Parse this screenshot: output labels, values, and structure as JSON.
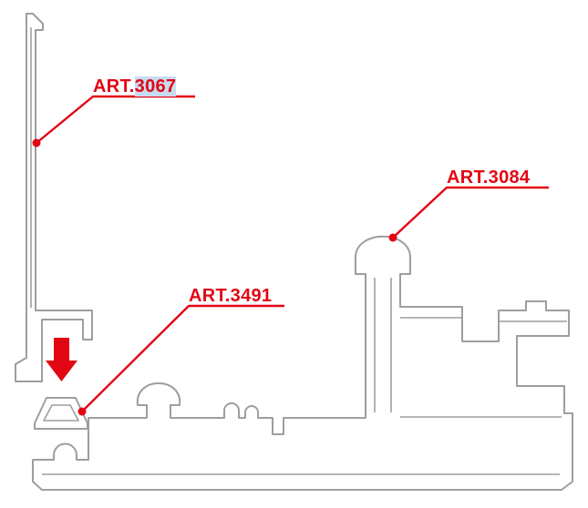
{
  "labels": {
    "art3067": {
      "prefix": "ART.",
      "number": "3067"
    },
    "art3491": {
      "text": "ART.3491"
    },
    "art3084": {
      "text": "ART.3084"
    }
  },
  "colors": {
    "callout_red": "#e20613",
    "number_highlight": "#c7dcf0",
    "profile_outline": "#9c9ea1",
    "background": "#ffffff"
  },
  "icons": {
    "down_arrow": "▼"
  }
}
